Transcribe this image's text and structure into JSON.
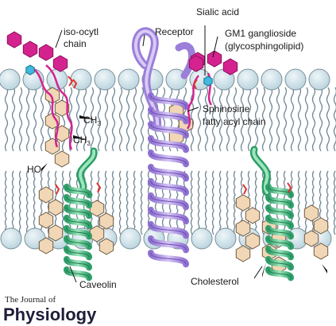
{
  "labels": {
    "iso_octyl_line1": "iso-ocytl",
    "iso_octyl_line2": "chain",
    "receptor": "Receptor",
    "sialic_acid": "Sialic acid",
    "gm1_line1": "GM1 ganglioside",
    "gm1_line2": "(glycosphingolipid)",
    "sphingosine_line1": "Sphinosine",
    "sphingosine_line2": "fatty acyl chain",
    "ch3": "CH",
    "ch3_sub": "3",
    "ho": "HO",
    "caveolin": "Caveolin",
    "cholesterol": "Cholesterol"
  },
  "journal": {
    "line1": "The Journal of",
    "line2": "Physiology"
  },
  "colors": {
    "lipid_head": "#cfe3ea",
    "lipid_head_stroke": "#7a8f99",
    "lipid_tail": "#6f8796",
    "sugar_magenta": "#d4238f",
    "sialic_cyan": "#3fb9dd",
    "cholesterol_ring": "#f1d7b5",
    "receptor_purple": "#b79ae6",
    "caveolin_green": "#4fc789",
    "red_chain": "#e0312f",
    "journal_dark": "#1d1d3a"
  }
}
